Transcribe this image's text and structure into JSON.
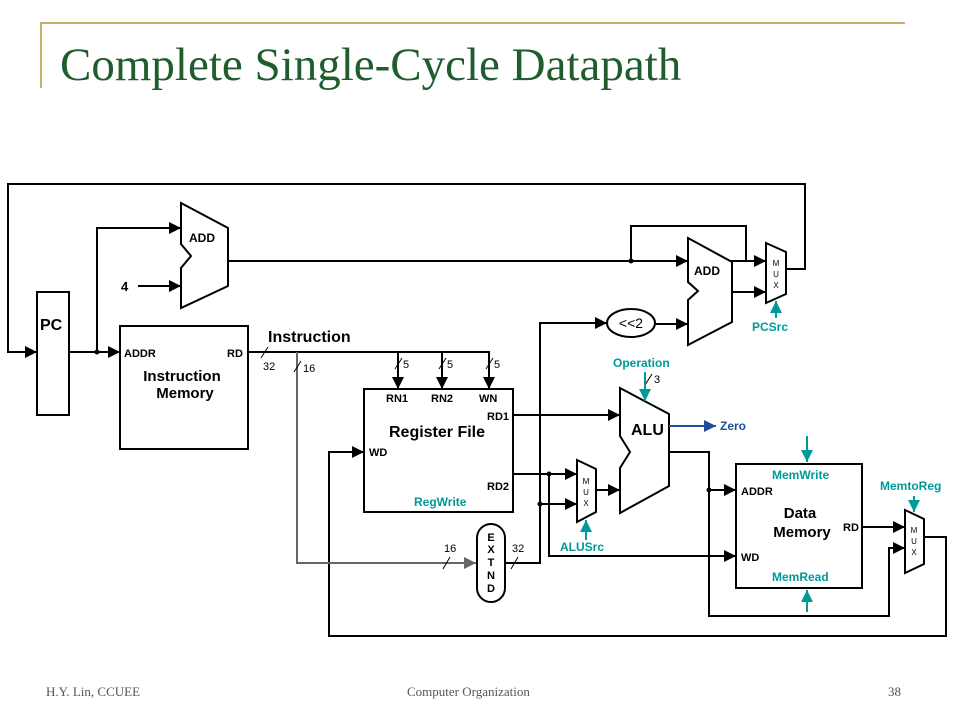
{
  "slide": {
    "title": "Complete Single-Cycle Datapath",
    "footer_left": "H.Y. Lin, CCUEE",
    "footer_center": "Computer Organization",
    "footer_right": "38"
  },
  "colors": {
    "title": "#1f5c2e",
    "frame": "#c8b26a",
    "control_signal": "#009999",
    "sign_extend_path": "#666666",
    "zero_signal": "#1f4e9c",
    "wire": "#000000"
  },
  "datapath": {
    "pc": "PC",
    "const4": "4",
    "adder1": "ADD",
    "adder2": "ADD",
    "imem_addr": "ADDR",
    "imem_rd": "RD",
    "imem_name1": "Instruction",
    "imem_name2": "Memory",
    "instruction_bus": "Instruction",
    "bus32": "32",
    "bus16": "16",
    "rn1_width": "5",
    "rn2_width": "5",
    "wn_width": "5",
    "rn1": "RN1",
    "rn2": "RN2",
    "wn": "WN",
    "rd1": "RD1",
    "rd2": "RD2",
    "wd": "WD",
    "regfile_name": "Register File",
    "regwrite": "RegWrite",
    "shift": "<<2",
    "operation": "Operation",
    "op_width": "3",
    "alu": "ALU",
    "zero": "Zero",
    "mux_letters": [
      "M",
      "U",
      "X"
    ],
    "alusrc": "ALUSrc",
    "pcsrc": "PCSrc",
    "extend_letters": [
      "E",
      "X",
      "T",
      "N",
      "D"
    ],
    "extend_in": "16",
    "extend_out": "32",
    "dmem_memwrite": "MemWrite",
    "dmem_addr": "ADDR",
    "dmem_name1": "Data",
    "dmem_name2": "Memory",
    "dmem_rd": "RD",
    "dmem_wd": "WD",
    "dmem_memread": "MemRead",
    "memtoreg": "MemtoReg"
  }
}
